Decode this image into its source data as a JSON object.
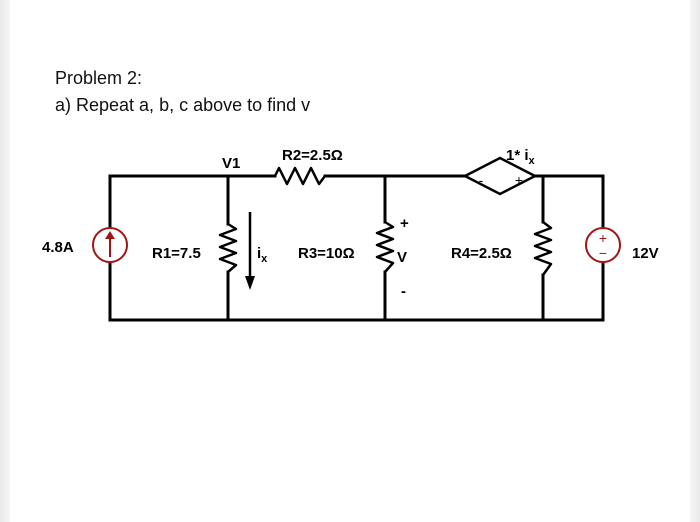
{
  "problem": {
    "title": "Problem 2:",
    "part": "a)  Repeat a, b, c above to find v"
  },
  "circuit": {
    "current_source": {
      "label": "4.8A"
    },
    "node_label": "V1",
    "r1": {
      "label": "R1=7.5"
    },
    "r2": {
      "label": "R2=2.5Ω"
    },
    "r3": {
      "label": "R3=10Ω"
    },
    "r4": {
      "label": "R4=2.5Ω"
    },
    "ix": {
      "main": "i",
      "sub": "x"
    },
    "v_plus": "+",
    "v_label": "V",
    "v_minus": "-",
    "dep_source": {
      "label_main": "1* i",
      "label_sub": "x",
      "plus": "+",
      "minus": "-"
    },
    "voltage_source": {
      "label": "12V",
      "plus": "+",
      "minus": "−"
    },
    "colors": {
      "wire": "#000000",
      "source": "#a31515"
    }
  }
}
